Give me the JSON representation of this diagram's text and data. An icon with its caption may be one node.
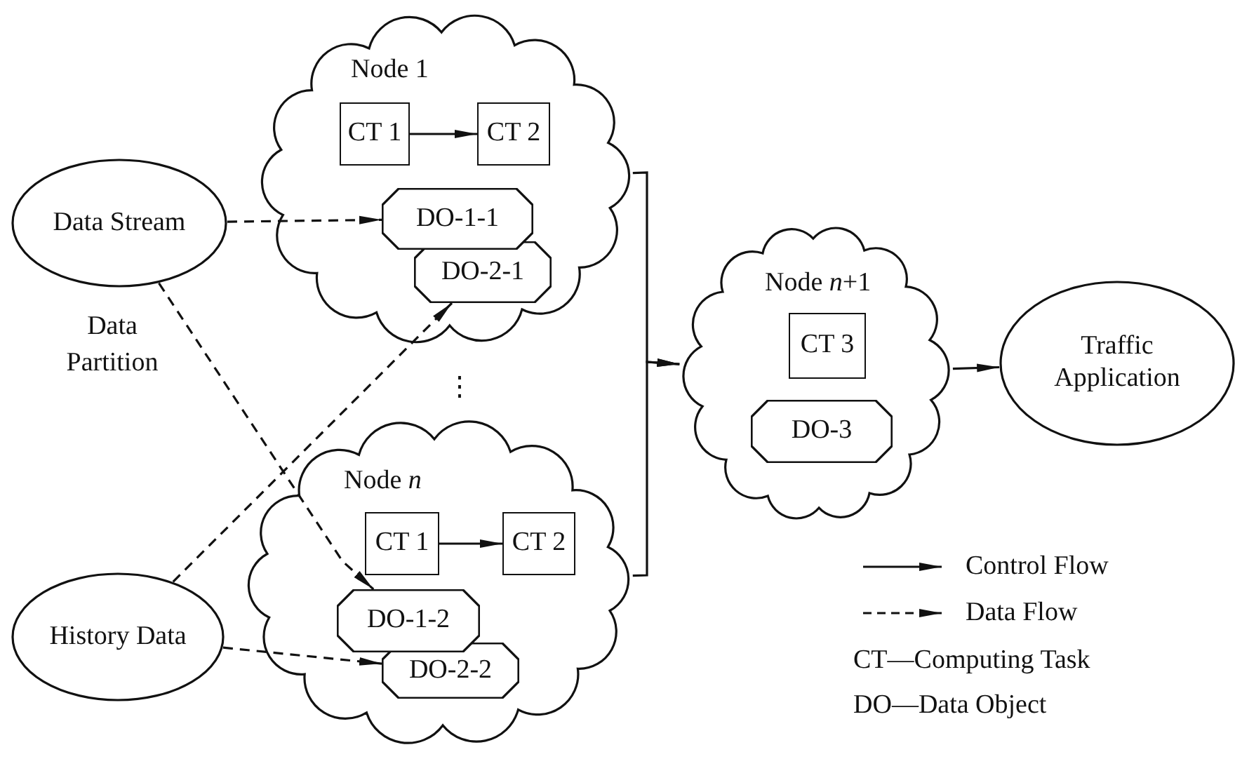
{
  "diagram": {
    "nodes": [
      {
        "text": [
          "Data Stream"
        ]
      },
      {
        "text": [
          "Node 1"
        ]
      },
      {
        "text": [
          "CT 1"
        ],
        "in": 1
      },
      {
        "text": [
          "CT 2"
        ],
        "in": 1
      },
      {
        "text": [
          "DO-1-1"
        ],
        "in": 1
      },
      {
        "text": [
          "DO-2-1"
        ],
        "in": 1
      },
      {
        "text": [
          "History Data"
        ]
      },
      {
        "text": [
          "Node *n*"
        ]
      },
      {
        "text": [
          "CT 1"
        ],
        "in": 7
      },
      {
        "text": [
          "CT 2"
        ],
        "in": 7
      },
      {
        "text": [
          "DO-1-2"
        ],
        "in": 7
      },
      {
        "text": [
          "DO-2-2"
        ],
        "in": 7
      },
      {
        "text": [
          "Node *n*+1"
        ]
      },
      {
        "text": [
          "CT 3"
        ],
        "in": 12
      },
      {
        "text": [
          "DO-3"
        ],
        "in": 12
      },
      {
        "text": [
          "Traffic Application"
        ]
      }
    ],
    "edges": [
      {
        "from": 2,
        "to": 3,
        "arrow": "to"
      },
      {
        "from": 8,
        "to": 9,
        "arrow": "to"
      },
      {
        "from": 0,
        "to": 4,
        "arrow": "to",
        "style": "dashed"
      },
      {
        "from": 0,
        "to": 10,
        "arrow": "to",
        "style": "dashed"
      },
      {
        "from": 6,
        "to": 5,
        "arrow": "to",
        "style": "dashed"
      },
      {
        "from": 6,
        "to": 11,
        "arrow": "to",
        "style": "dashed"
      },
      {
        "from": 1,
        "to": 12,
        "arrow": "to"
      },
      {
        "from": 7,
        "to": 12,
        "arrow": "to"
      },
      {
        "from": 12,
        "to": 15,
        "arrow": "to"
      }
    ],
    "labels": [
      "Data Partition",
      "⋮",
      "CT—Computing Task",
      "DO—Data Object"
    ],
    "legend": [
      {
        "text": "Control Flow"
      },
      {
        "text": "Data Flow"
      }
    ]
  }
}
